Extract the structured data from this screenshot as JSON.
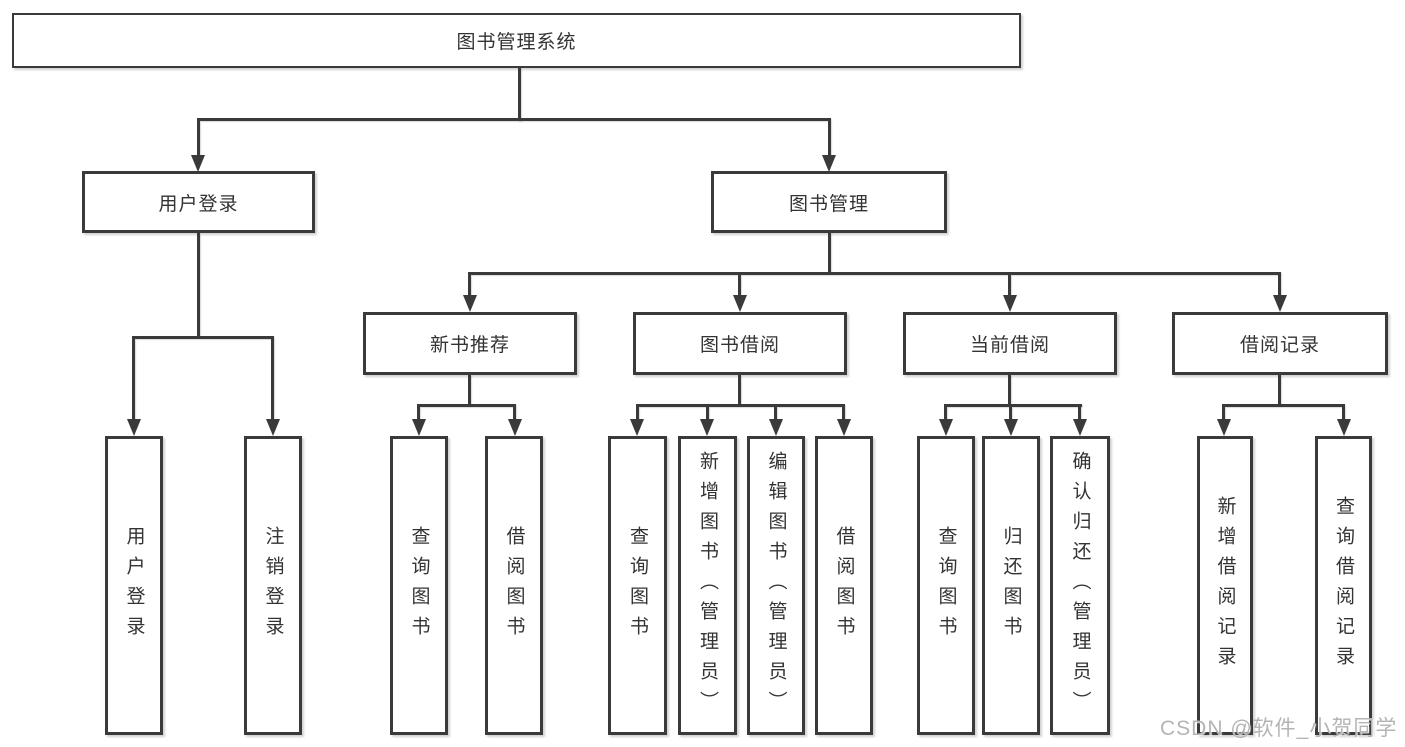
{
  "nodes": {
    "root": {
      "label": "图书管理系统"
    },
    "userLogin": {
      "label": "用户登录",
      "children": [
        "用户登录",
        "注销登录"
      ]
    },
    "bookMgmt": {
      "label": "图书管理"
    },
    "newBookRec": {
      "label": "新书推荐",
      "children": [
        "查询图书",
        "借阅图书"
      ]
    },
    "bookBorrow": {
      "label": "图书借阅",
      "children": [
        "查询图书",
        "新增图书（管理员）",
        "编辑图书（管理员）",
        "借阅图书"
      ]
    },
    "currentBorrow": {
      "label": "当前借阅",
      "children": [
        "查询图书",
        "归还图书",
        "确认归还（管理员）"
      ]
    },
    "borrowRecord": {
      "label": "借阅记录",
      "children": [
        "新增借阅记录",
        "查询借阅记录"
      ]
    }
  },
  "watermark": "CSDN @软件_小贺同学",
  "colors": {
    "line": "#3a3a3a",
    "text": "#333333",
    "background": "#ffffff",
    "watermark": "#b4b4b4"
  }
}
